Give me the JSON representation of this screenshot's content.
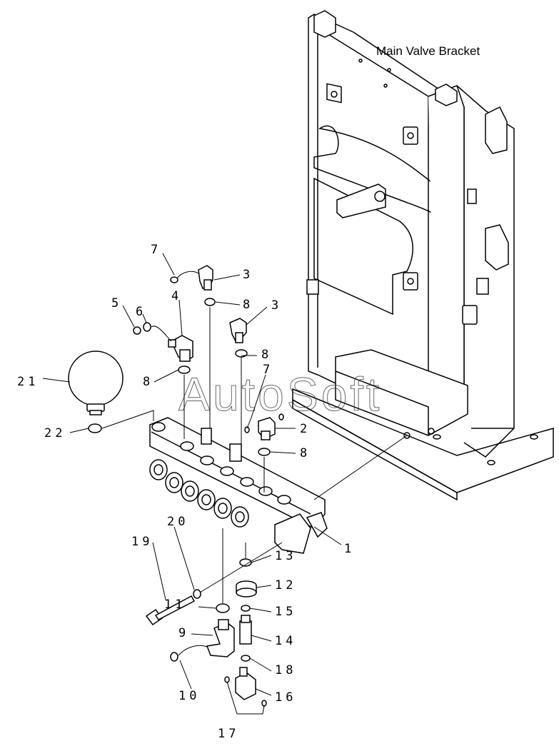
{
  "title": "Main Valve Bracket",
  "watermark": "AutoSoft",
  "callouts": [
    "1",
    "2",
    "3",
    "3",
    "4",
    "5",
    "6",
    "7",
    "7",
    "8",
    "8",
    "8",
    "8",
    "9",
    "10",
    "11",
    "12",
    "13",
    "14",
    "15",
    "16",
    "17",
    "18",
    "19",
    "20",
    "21",
    "22"
  ]
}
